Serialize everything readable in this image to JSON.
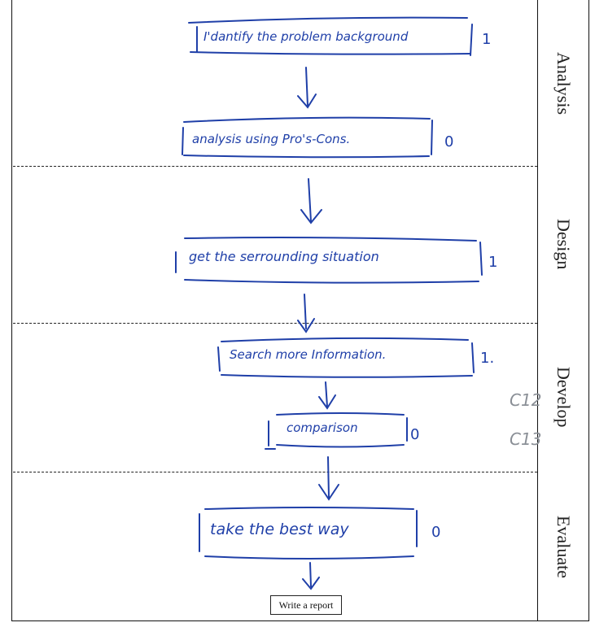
{
  "phases": {
    "analysis": "Analysis",
    "design": "Design",
    "develop": "Develop",
    "evaluate": "Evaluate"
  },
  "steps": [
    {
      "text": "I'dantify the problem background",
      "score": "1"
    },
    {
      "text": "analysis using Pro's-Cons.",
      "score": "0"
    },
    {
      "text": "get the serrounding situation",
      "score": "1"
    },
    {
      "text": "Search more Information.",
      "score": "1."
    },
    {
      "text": "comparison",
      "score": "0"
    },
    {
      "text": "take the best way",
      "score": "0"
    }
  ],
  "pencil_notes": [
    "C12",
    "C13"
  ],
  "final_step": "Write a report",
  "colors": {
    "ink": "#1f3fa8",
    "pencil": "#8a8f96",
    "border": "#111111"
  }
}
